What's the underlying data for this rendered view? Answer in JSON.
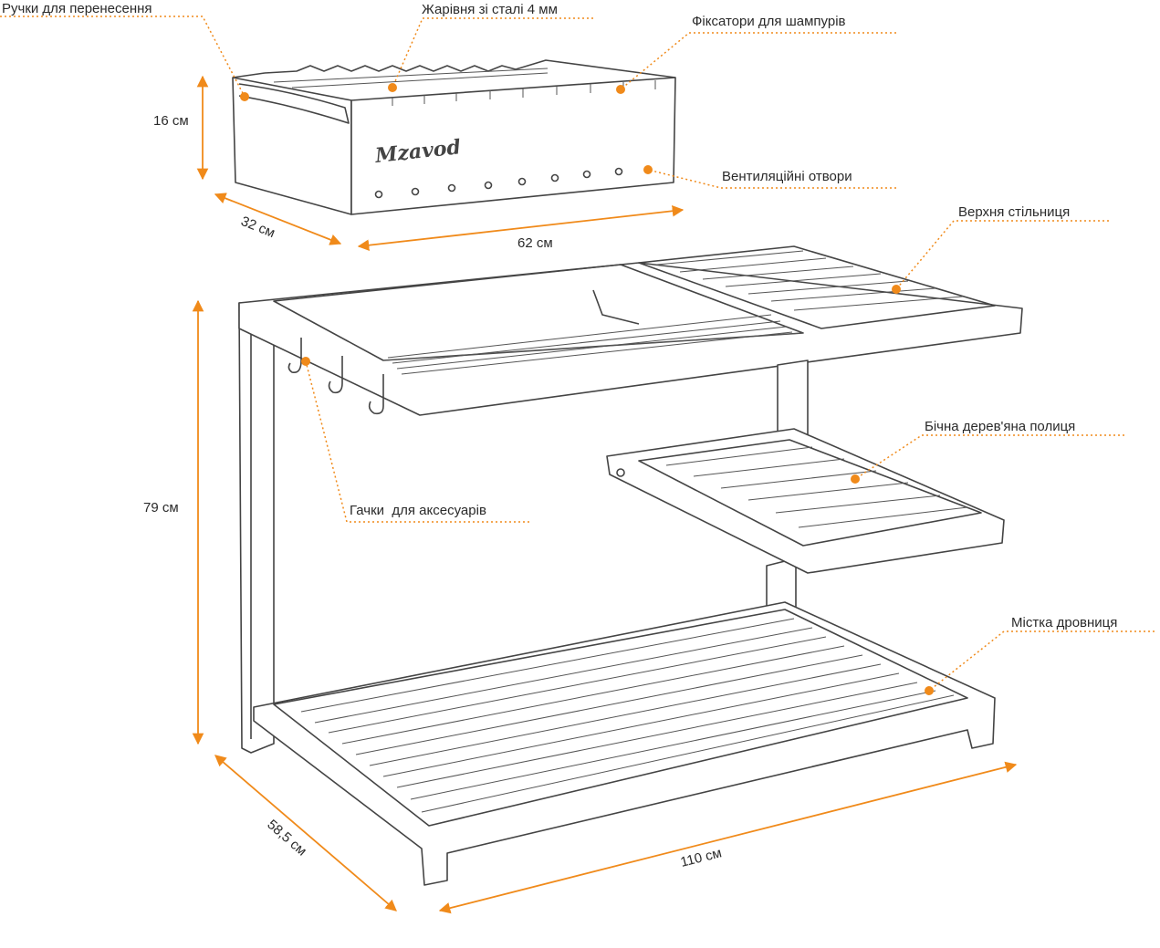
{
  "labels": {
    "handles": "Ручки для перенесення",
    "grill": "Жарівня зі сталі 4 мм",
    "skewer_holders": "Фіксатори для шампурів",
    "vents": "Вентиляційні отвори",
    "top_table": "Верхня стільниця",
    "side_shelf": "Бічна дерев'яна полиця",
    "hooks": "Гачки  для аксесуарів",
    "woodstore": "Містка дровниця"
  },
  "dimensions": {
    "grill_height": "16 см",
    "grill_depth": "32 см",
    "grill_length": "62 см",
    "stand_height": "79 см",
    "stand_depth": "58,5 см",
    "stand_length": "110 см"
  },
  "brand": "Mzavod",
  "colors": {
    "accent": "#f08a1a",
    "line": "#444444"
  }
}
